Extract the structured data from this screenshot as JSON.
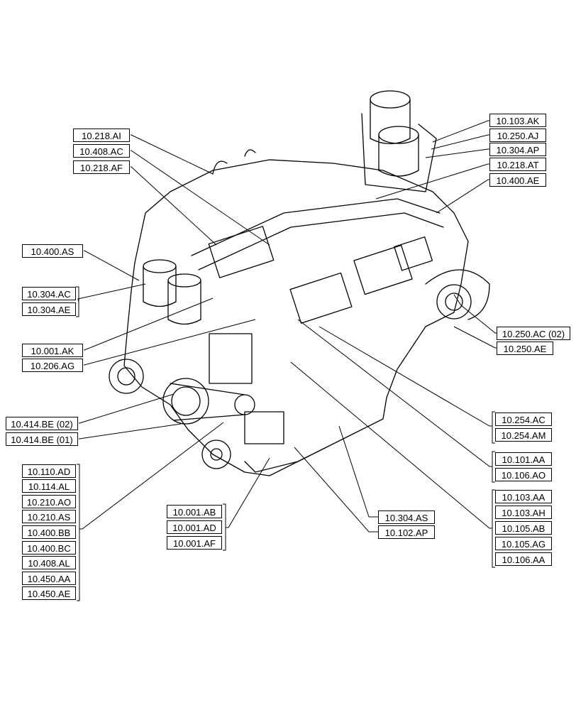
{
  "diagram": {
    "labels": {
      "l_218_ai": "10.218.AI",
      "l_408_ac": "10.408.AC",
      "l_218_af": "10.218.AF",
      "l_400_as": "10.400.AS",
      "l_304_ac": "10.304.AC",
      "l_304_ae": "10.304.AE",
      "l_001_ak": "10.001.AK",
      "l_206_ag": "10.206.AG",
      "l_414_be02": "10.414.BE (02)",
      "l_414_be01": "10.414.BE (01)",
      "l_110_ad": "10.110.AD",
      "l_114_al": "10.114.AL",
      "l_210_ao": "10.210.AO",
      "l_210_as": "10.210.AS",
      "l_400_bb": "10.400.BB",
      "l_400_bc": "10.400.BC",
      "l_408_al": "10.408.AL",
      "l_450_aa": "10.450.AA",
      "l_450_ae": "10.450.AE",
      "l_001_ab": "10.001.AB",
      "l_001_ad": "10.001.AD",
      "l_001_af": "10.001.AF",
      "l_103_ak": "10.103.AK",
      "l_250_aj": "10.250.AJ",
      "l_304_ap": "10.304.AP",
      "l_218_at": "10.218.AT",
      "l_400_ae": "10.400.AE",
      "l_250_ac02": "10.250.AC (02)",
      "l_250_ae": "10.250.AE",
      "l_254_ac": "10.254.AC",
      "l_254_am": "10.254.AM",
      "l_101_aa": "10.101.AA",
      "l_106_ao": "10.106.AO",
      "l_304_as": "10.304.AS",
      "l_102_ap": "10.102.AP",
      "l_103_aa": "10.103.AA",
      "l_103_ah": "10.103.AH",
      "l_105_ab": "10.105.AB",
      "l_105_ag": "10.105.AG",
      "l_106_aa": "10.106.AA"
    }
  }
}
